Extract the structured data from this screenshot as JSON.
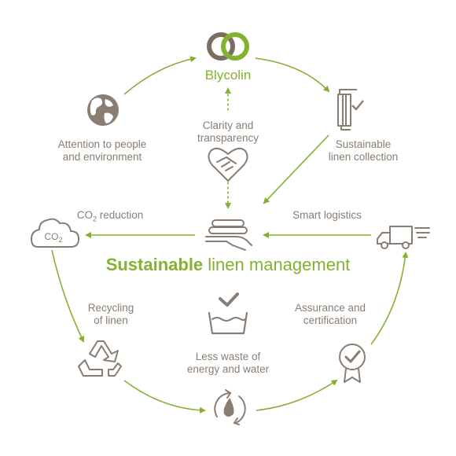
{
  "brand": "Blycolin",
  "title": {
    "strong": "Sustainable",
    "rest": " linen management"
  },
  "nodes": {
    "attention": [
      "Attention to people",
      "and environment"
    ],
    "clarity": [
      "Clarity and",
      "transparency"
    ],
    "collection": [
      "Sustainable",
      "linen collection"
    ],
    "co2": {
      "prefix": "CO",
      "sub": "2",
      "suffix": " reduction"
    },
    "logistics": "Smart logistics",
    "recycling": [
      "Recycling",
      "of linen"
    ],
    "waste": [
      "Less waste of",
      "energy and water"
    ],
    "assurance": [
      "Assurance and",
      "certification"
    ]
  },
  "co2_icon_text": "CO2",
  "colors": {
    "green": "#84b130",
    "brown": "#8a7d72",
    "logo_gray": "#7a6e63"
  },
  "icons": [
    "globe-icon",
    "handshake-heart-icon",
    "towel-rail-icon",
    "co2-cloud-icon",
    "linen-stack-hand-icon",
    "delivery-truck-icon",
    "recycle-icon",
    "washing-basin-icon",
    "water-cycle-icon",
    "certificate-badge-icon"
  ]
}
